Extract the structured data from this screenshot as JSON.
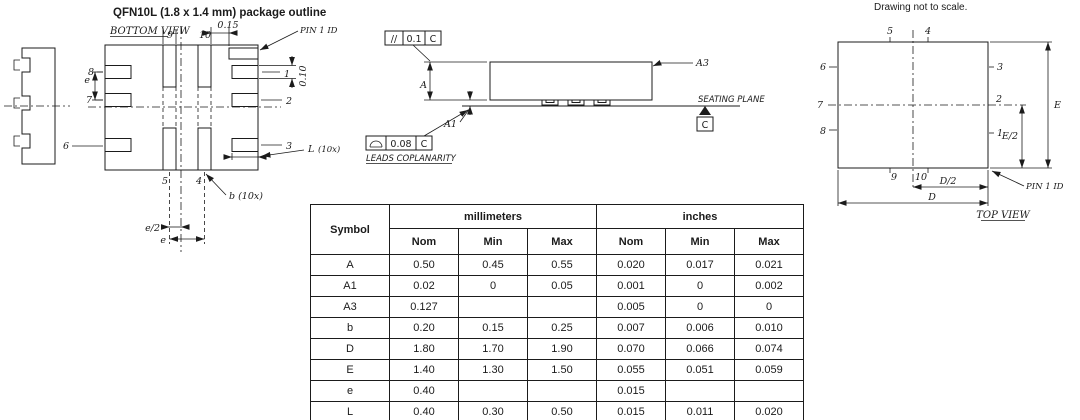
{
  "header": {
    "title": "QFN10L (1.8 x 1.4 mm) package outline",
    "note": "Drawing not to scale."
  },
  "pins": {
    "p1": "1",
    "p2": "2",
    "p3": "3",
    "p4": "4",
    "p5": "5",
    "p6": "6",
    "p7": "7",
    "p8": "8",
    "p9": "9",
    "p10": "10"
  },
  "bottom_view": {
    "label": "BOTTOM VIEW",
    "pin1_id": "PIN 1 ID",
    "dim_015": "0.15",
    "dim_010": "0.10",
    "dim_L": "L",
    "dim_L_qty": "(10x)",
    "dim_b": "b (10x)",
    "dim_e": "e",
    "dim_e_half": "e/2",
    "dim_e_bottom": "e"
  },
  "side_view": {
    "parallelism_symbol": "//",
    "parallelism_value": "0.1",
    "parallelism_datum": "C",
    "dim_A": "A",
    "dim_A1": "A1",
    "dim_A3": "A3",
    "seating_plane": "SEATING PLANE",
    "datum_c": "C",
    "coplanarity_value": "0.08",
    "coplanarity_datum": "C",
    "coplanarity_label": "LEADS COPLANARITY"
  },
  "top_view": {
    "label": "TOP VIEW",
    "pin1_id": "PIN 1 ID",
    "dim_D": "D",
    "dim_D_half": "D/2",
    "dim_E": "E",
    "dim_E_half": "E/2"
  },
  "table": {
    "symbol_header": "Symbol",
    "mm_header": "millimeters",
    "in_header": "inches",
    "subheaders": {
      "nom": "Nom",
      "min": "Min",
      "max": "Max"
    },
    "rows": [
      {
        "symbol": "A",
        "mm_nom": "0.50",
        "mm_min": "0.45",
        "mm_max": "0.55",
        "in_nom": "0.020",
        "in_min": "0.017",
        "in_max": "0.021"
      },
      {
        "symbol": "A1",
        "mm_nom": "0.02",
        "mm_min": "0",
        "mm_max": "0.05",
        "in_nom": "0.001",
        "in_min": "0",
        "in_max": "0.002"
      },
      {
        "symbol": "A3",
        "mm_nom": "0.127",
        "mm_min": "",
        "mm_max": "",
        "in_nom": "0.005",
        "in_min": "0",
        "in_max": "0"
      },
      {
        "symbol": "b",
        "mm_nom": "0.20",
        "mm_min": "0.15",
        "mm_max": "0.25",
        "in_nom": "0.007",
        "in_min": "0.006",
        "in_max": "0.010"
      },
      {
        "symbol": "D",
        "mm_nom": "1.80",
        "mm_min": "1.70",
        "mm_max": "1.90",
        "in_nom": "0.070",
        "in_min": "0.066",
        "in_max": "0.074"
      },
      {
        "symbol": "E",
        "mm_nom": "1.40",
        "mm_min": "1.30",
        "mm_max": "1.50",
        "in_nom": "0.055",
        "in_min": "0.051",
        "in_max": "0.059"
      },
      {
        "symbol": "e",
        "mm_nom": "0.40",
        "mm_min": "",
        "mm_max": "",
        "in_nom": "0.015",
        "in_min": "",
        "in_max": ""
      },
      {
        "symbol": "L",
        "mm_nom": "0.40",
        "mm_min": "0.30",
        "mm_max": "0.50",
        "in_nom": "0.015",
        "in_min": "0.011",
        "in_max": "0.020"
      }
    ]
  }
}
